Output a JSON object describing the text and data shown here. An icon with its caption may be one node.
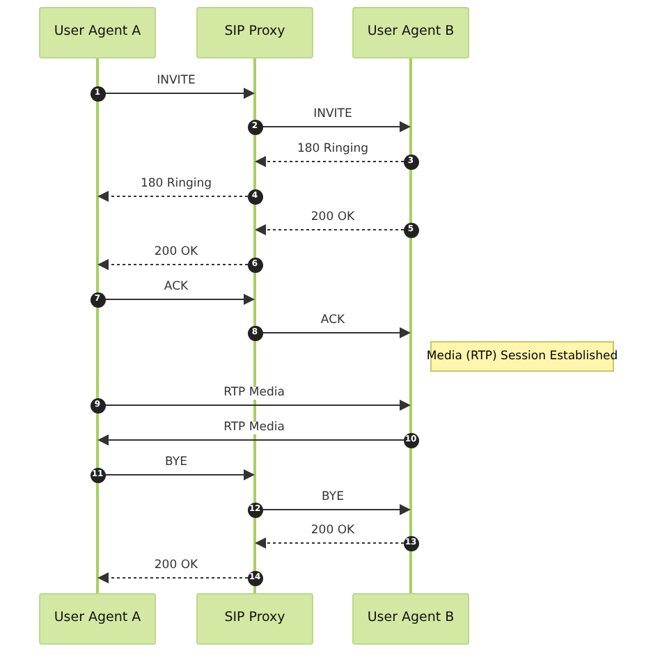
{
  "diagram": {
    "nodes": [
      {
        "text": [
          "User Agent A"
        ]
      },
      {
        "text": [
          "SIP Proxy"
        ]
      },
      {
        "text": [
          "User Agent B"
        ]
      },
      {
        "text": [
          "User Agent A"
        ]
      },
      {
        "text": [
          "SIP Proxy"
        ]
      },
      {
        "text": [
          "User Agent B"
        ]
      },
      {
        "text": [
          "Media (RTP) Session Established"
        ]
      },
      {
        "text": [],
        "shape": "bar"
      },
      {
        "text": [],
        "shape": "bar"
      },
      {
        "text": [],
        "shape": "bar"
      }
    ],
    "edges": [
      {
        "from": 7,
        "to": 8,
        "arrow": "to",
        "label": "INVITE"
      },
      {
        "from": 8,
        "to": 9,
        "arrow": "to",
        "label": "INVITE"
      },
      {
        "from": 9,
        "to": 8,
        "arrow": "to",
        "label": "180 Ringing",
        "style": "dashed"
      },
      {
        "from": 8,
        "to": 7,
        "arrow": "to",
        "label": "180 Ringing",
        "style": "dashed"
      },
      {
        "from": 9,
        "to": 8,
        "arrow": "to",
        "label": "200 OK",
        "style": "dashed"
      },
      {
        "from": 8,
        "to": 7,
        "arrow": "to",
        "label": "200 OK",
        "style": "dashed"
      },
      {
        "from": 7,
        "to": 8,
        "arrow": "to",
        "label": "ACK"
      },
      {
        "from": 8,
        "to": 9,
        "arrow": "to",
        "label": "ACK"
      },
      {
        "from": 7,
        "to": 9,
        "arrow": "to",
        "label": "RTP Media"
      },
      {
        "from": 9,
        "to": 7,
        "arrow": "to",
        "label": "RTP Media"
      },
      {
        "from": 7,
        "to": 8,
        "arrow": "to",
        "label": "BYE"
      },
      {
        "from": 8,
        "to": 9,
        "arrow": "to",
        "label": "BYE"
      },
      {
        "from": 9,
        "to": 8,
        "arrow": "to",
        "label": "200 OK",
        "style": "dashed"
      },
      {
        "from": 8,
        "to": 7,
        "arrow": "to",
        "label": "200 OK",
        "style": "dashed"
      }
    ],
    "labels": [
      "1",
      "2",
      "3",
      "4",
      "5",
      "6",
      "7",
      "8",
      "9",
      "10",
      "11",
      "12",
      "13",
      "14"
    ]
  }
}
